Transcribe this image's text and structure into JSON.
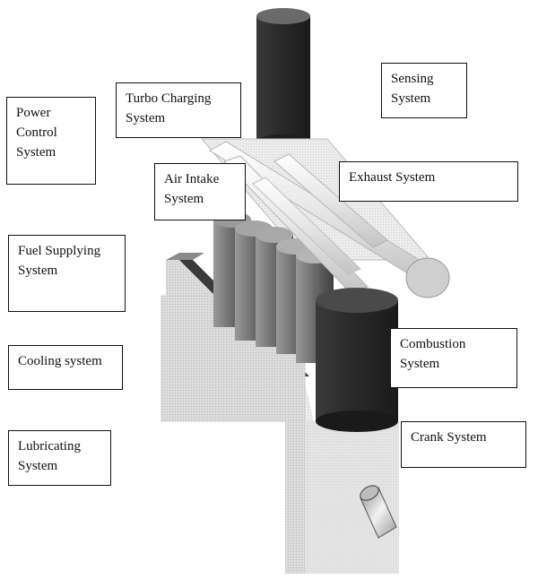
{
  "labels": {
    "power_control": "Power\nControl\nSystem",
    "turbo_charging": "Turbo  Charging\nSystem",
    "sensing": "Sensing\nSystem",
    "air_intake": "Air  Intake\nSystem",
    "exhaust": "Exhaust System",
    "fuel_supplying": "Fuel Supplying\nSystem",
    "combustion": "Combustion\nSystem",
    "cooling": "Cooling system",
    "lubricating": "Lubricating\nSystem",
    "crank": "Crank System"
  }
}
